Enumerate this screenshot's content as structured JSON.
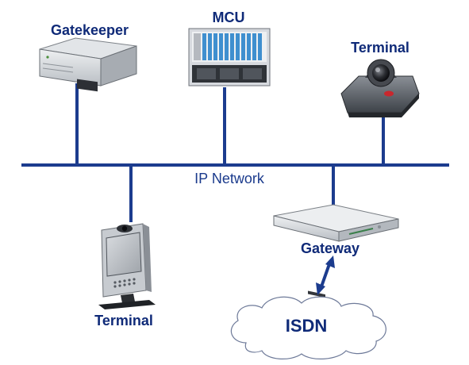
{
  "diagram": {
    "network_label": "IP Network",
    "nodes": {
      "gatekeeper": "Gatekeeper",
      "mcu": "MCU",
      "terminal_top": "Terminal",
      "terminal_bottom": "Terminal",
      "gateway": "Gateway",
      "isdn": "ISDN"
    }
  },
  "colors": {
    "line": "#1c3c8e",
    "label": "#0f2a78"
  }
}
